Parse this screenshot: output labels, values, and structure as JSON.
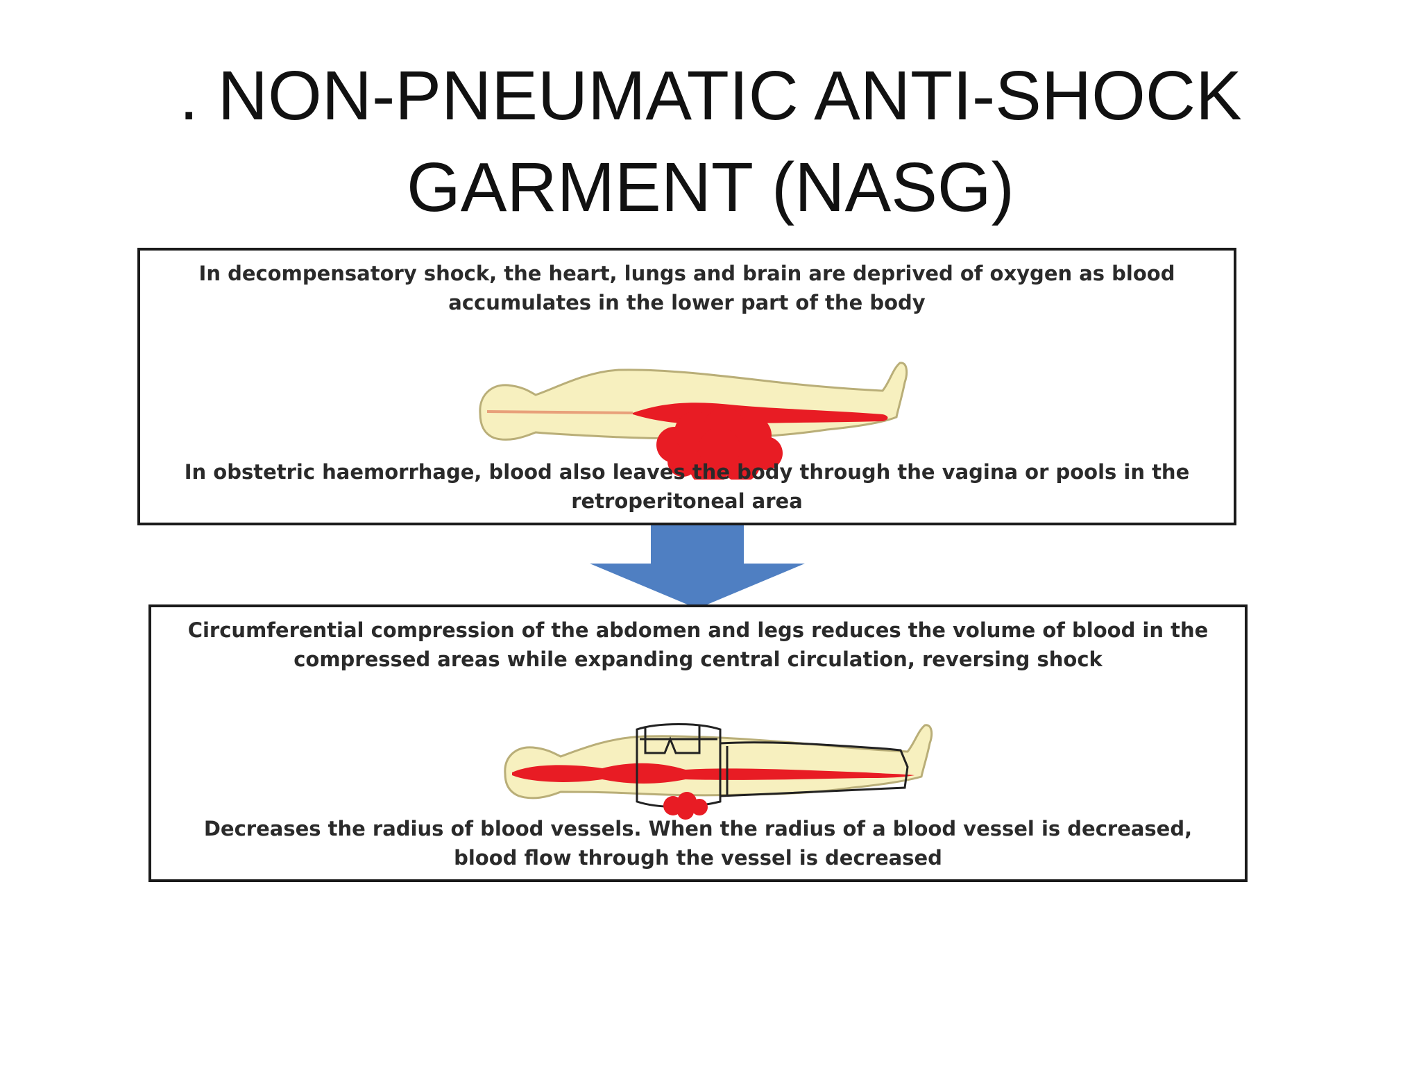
{
  "title": {
    "line1": ". NON-PNEUMATIC ANTI-SHOCK",
    "line2": "GARMENT (NASG)"
  },
  "panels": {
    "top": {
      "text_top": "In decompensatory shock, the heart, lungs and brain are deprived of oxygen as blood accumulates in the lower part of the body",
      "text_bottom": "In obstetric haemorrhage, blood also leaves the body through the vagina or pools in the retroperitoneal area"
    },
    "bottom": {
      "text_top": "Circumferential compression of the abdomen and legs reduces the volume of blood in the compressed areas while expanding central circulation, reversing shock",
      "text_bottom": "Decreases the radius of blood vessels. When the radius of a blood vessel is decreased, blood flow through the vessel is decreased"
    }
  },
  "colors": {
    "body_fill": "#f7f0bf",
    "body_outline": "#b9ae78",
    "blood": "#e81c24",
    "arrow": "#4f7fc2",
    "border": "#1a1a1a"
  },
  "icons": {
    "body_figure": "supine-body-figure-icon",
    "arrow": "down-arrow-icon"
  }
}
